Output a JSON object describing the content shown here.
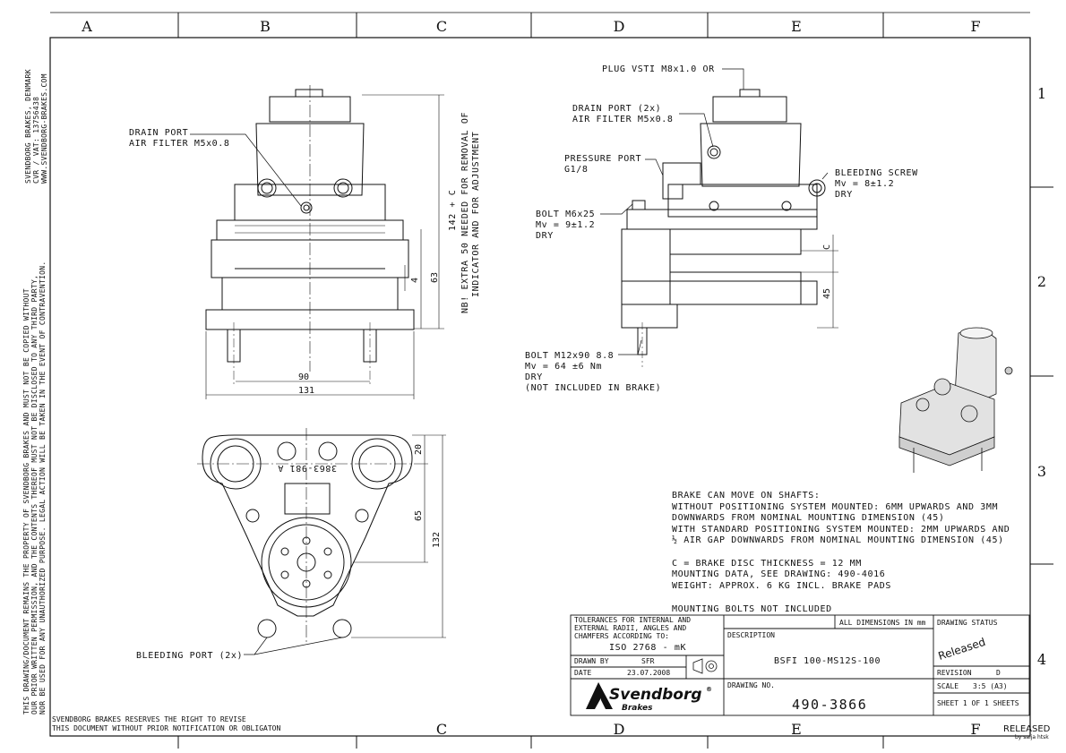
{
  "zones": {
    "columns": [
      "A",
      "B",
      "C",
      "D",
      "E",
      "F"
    ],
    "rows": [
      "1",
      "2",
      "3",
      "4"
    ]
  },
  "company_side": [
    "SVENDBORG BRAKES, DENMARK",
    "CVR / VAT: 13756438",
    "WWW.SVENDBORG-BRAKES.COM"
  ],
  "copyright_side": [
    "THIS DRAWING/DOCUMENT REMAINS THE PROPERTY OF SVENDBORG BRAKES AND MUST NOT BE COPIED WITHOUT",
    "OUR PRIOR WRITTEN PERMISSION, AND THE CONTENTS THEREOF MUST NOT BE DISCLOSED TO ANY THIRD PARTY,",
    "NOR BE USED FOR ANY UNAUTHORIZED PURPOSE. LEGAL ACTION WILL BE TAKEN IN THE EVENT OF CONTRAVENTION."
  ],
  "callouts": {
    "drain_port_left": [
      "DRAIN PORT",
      "AIR FILTER M5x0.8"
    ],
    "plug": "PLUG VSTI M8x1.0 OR",
    "drain_port_right": [
      "DRAIN PORT (2x)",
      "AIR FILTER M5x0.8"
    ],
    "pressure_port": [
      "PRESSURE PORT",
      "G1/8"
    ],
    "bleeding_screw": [
      "BLEEDING SCREW",
      "Mv = 8±1.2",
      "DRY"
    ],
    "bolt_m6": [
      "BOLT M6x25",
      "Mv = 9±1.2",
      "DRY"
    ],
    "bolt_m12": [
      "BOLT M12x90 8.8",
      "Mv = 64 ±6 Nm",
      "DRY",
      "(NOT INCLUDED IN BRAKE)"
    ],
    "bleeding_port": "BLEEDING PORT (2x)",
    "vertical_note": [
      "142 + C",
      "NB! EXTRA 50 NEEDED FOR REMOVAL OF",
      "INDICATOR AND FOR ADJUSTMENT"
    ]
  },
  "dimensions": {
    "d90": "90",
    "d131": "131",
    "d63": "63",
    "d4": "4",
    "d45": "45",
    "dC": "C",
    "d20": "20",
    "d65": "65",
    "d132": "132"
  },
  "part_marking": "3863-981 A",
  "notes": [
    "BRAKE CAN MOVE ON SHAFTS:",
    " WITHOUT POSITIONING SYSTEM MOUNTED: 6MM UPWARDS AND 3MM",
    " DOWNWARDS FROM NOMINAL MOUNTING DIMENSION (45)",
    " WITH STANDARD POSITIONING SYSTEM MOUNTED: 2MM UPWARDS AND",
    " ½ AIR GAP DOWNWARDS FROM NOMINAL MOUNTING DIMENSION (45)",
    "",
    "C = BRAKE DISC THICKNESS = 12 MM",
    "MOUNTING DATA, SEE DRAWING: 490-4016",
    "WEIGHT: APPROX. 6 KG INCL. BRAKE PADS",
    "",
    "MOUNTING BOLTS NOT INCLUDED"
  ],
  "title_block": {
    "tolerances": [
      "TOLERANCES FOR INTERNAL AND",
      "EXTERNAL RADII, ANGLES AND",
      "CHAMFERS ACCORDING TO:"
    ],
    "iso": "ISO 2768 - mK",
    "all_dimensions": "ALL DIMENSIONS IN mm",
    "drawing_status_label": "DRAWING STATUS",
    "status_stamp": "Released",
    "description_label": "DESCRIPTION",
    "description": "BSFI 100-MS12S-100",
    "drawn_by_label": "DRAWN BY",
    "drawn_by": "SFR",
    "date_label": "DATE",
    "date": "23.07.2008",
    "revision_label": "REVISION",
    "revision": "D",
    "scale_label": "SCALE",
    "scale": "3:5 (A3)",
    "sheet": "SHEET 1 OF 1 SHEETS",
    "drawing_no_label": "DRAWING NO.",
    "drawing_no": "490-3866",
    "logo_name": "Svendborg",
    "logo_sub": "Brakes",
    "logo_reg": "®"
  },
  "footer": [
    "SVENDBORG BRAKES RESERVES THE RIGHT TO REVISE",
    "THIS DOCUMENT WITHOUT PRIOR NOTIFICATION OR OBLIGATON"
  ],
  "released_stamp": "RELEASED",
  "released_by": "by saija htsk",
  "icons": {
    "logo": "svendborg-logo-icon",
    "projection": "first-angle-projection-icon"
  }
}
